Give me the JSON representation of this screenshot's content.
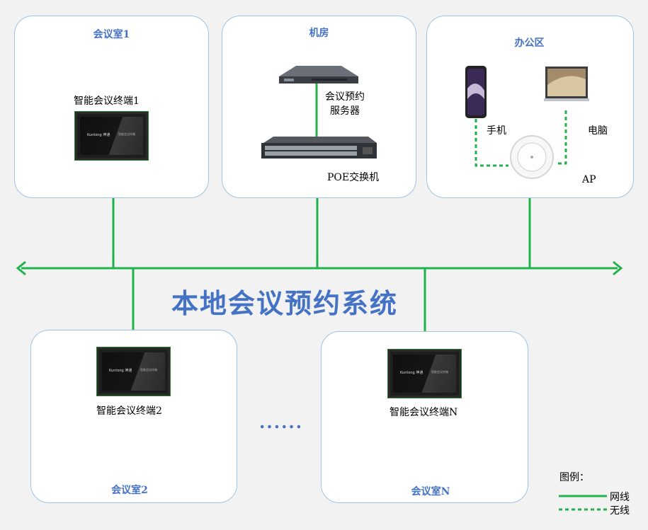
{
  "main_title": "本地会议预约系统",
  "rooms": {
    "room1": {
      "title": "会议室1",
      "terminal_label": "智能会议终端1"
    },
    "server_room": {
      "title": "机房",
      "server_label_line1": "会议预约",
      "server_label_line2": "服务器",
      "switch_label": "POE交换机"
    },
    "office": {
      "title": "办公区",
      "phone_label": "手机",
      "pc_label": "电脑",
      "ap_label": "AP"
    },
    "room2": {
      "title": "会议室2",
      "terminal_label": "智能会议终端2"
    },
    "roomN": {
      "title": "会议室N",
      "terminal_label": "智能会议终端N"
    }
  },
  "terminal_screen": {
    "brand": "Kuntong 坤通",
    "sub": "智能会议终端"
  },
  "ellipsis": "......",
  "legend": {
    "title": "图例：",
    "wired": "网线",
    "wireless": "无线"
  },
  "colors": {
    "line": "#22b24c",
    "accent": "#4472c4",
    "box_border": "#9dc3e6"
  }
}
